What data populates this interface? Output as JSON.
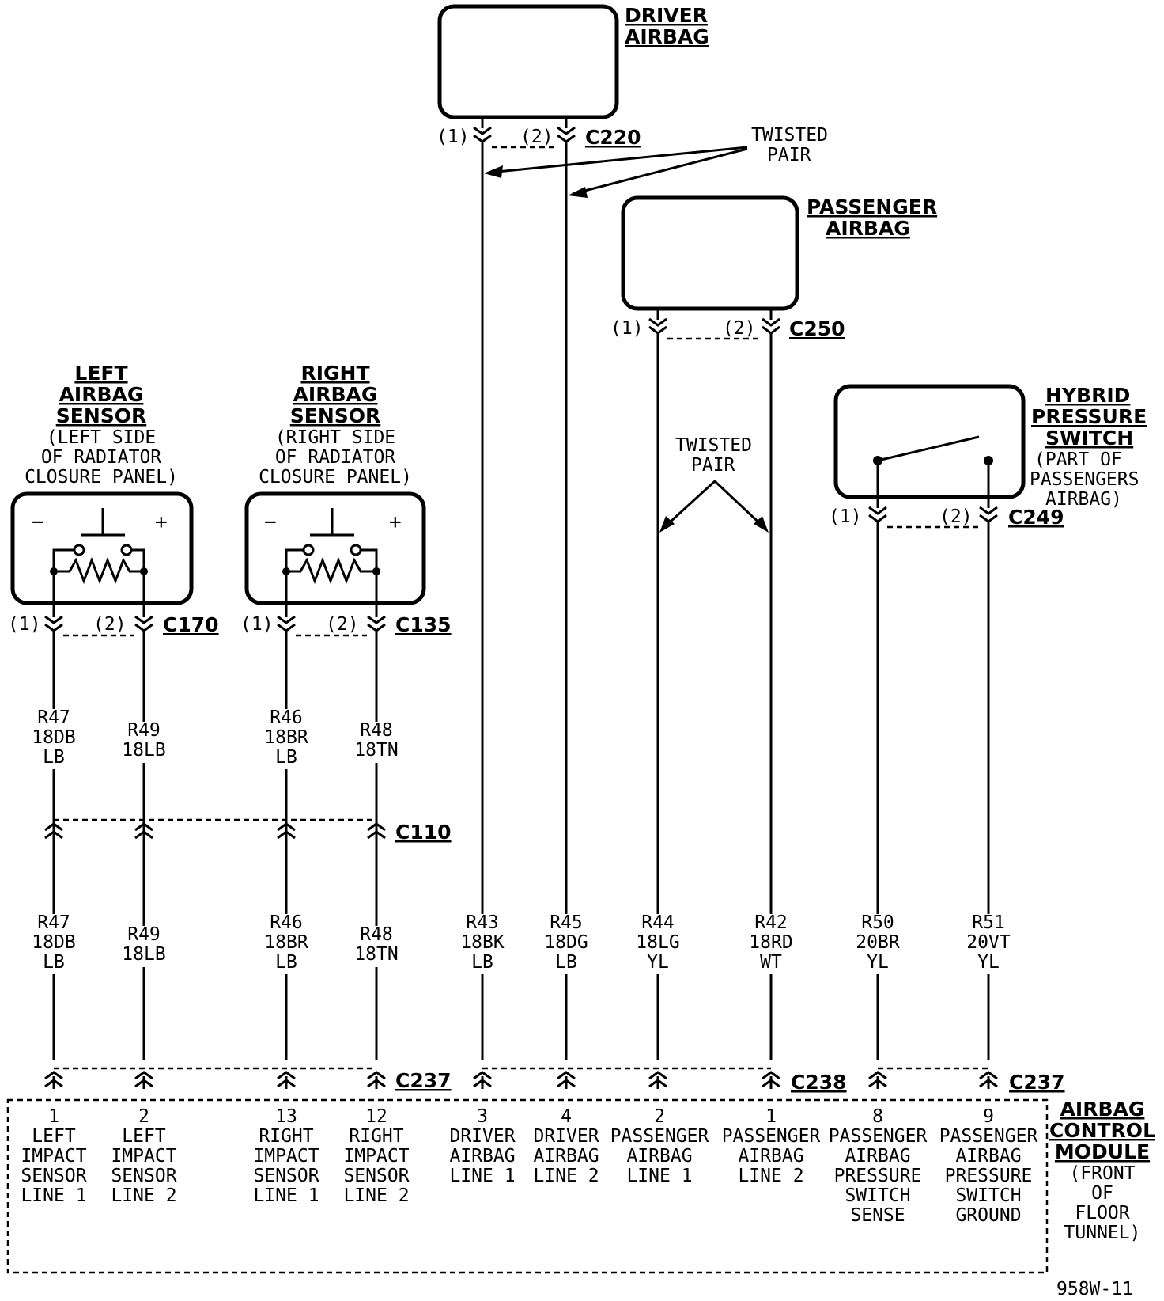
{
  "components": {
    "driver_airbag": [
      "DRIVER",
      "AIRBAG"
    ],
    "passenger_airbag": [
      "PASSENGER",
      "AIRBAG"
    ],
    "hybrid_pressure_switch": [
      "HYBRID",
      "PRESSURE",
      "SWITCH"
    ],
    "hybrid_note": [
      "(PART OF",
      "PASSENGERS",
      "AIRBAG)"
    ],
    "left_sensor": [
      "LEFT",
      "AIRBAG",
      "SENSOR"
    ],
    "left_sensor_note": [
      "(LEFT SIDE",
      "OF RADIATOR",
      "CLOSURE PANEL)"
    ],
    "right_sensor": [
      "RIGHT",
      "AIRBAG",
      "SENSOR"
    ],
    "right_sensor_note": [
      "(RIGHT SIDE",
      "OF RADIATOR",
      "CLOSURE PANEL)"
    ],
    "acm": [
      "AIRBAG",
      "CONTROL",
      "MODULE"
    ],
    "acm_note": [
      "(FRONT",
      "OF",
      "FLOOR",
      "TUNNEL)"
    ]
  },
  "twisted_pair": [
    "TWISTED",
    "PAIR"
  ],
  "connectors": {
    "c220": "C220",
    "c250": "C250",
    "c249": "C249",
    "c170": "C170",
    "c135": "C135",
    "c110": "C110",
    "c237_left": "C237",
    "c238": "C238",
    "c237_right": "C237"
  },
  "pins": {
    "p1": "(1)",
    "p2": "(2)"
  },
  "sensor_signs": {
    "minus": "−",
    "plus": "+"
  },
  "wires_upper": {
    "left1": [
      "R47",
      "18DB",
      "LB"
    ],
    "left2": [
      "R49",
      "18LB"
    ],
    "right1": [
      "R46",
      "18BR",
      "LB"
    ],
    "right2": [
      "R48",
      "18TN"
    ]
  },
  "wires_lower": {
    "left1": [
      "R47",
      "18DB",
      "LB"
    ],
    "left2": [
      "R49",
      "18LB"
    ],
    "right1": [
      "R46",
      "18BR",
      "LB"
    ],
    "right2": [
      "R48",
      "18TN"
    ],
    "drv1": [
      "R43",
      "18BK",
      "LB"
    ],
    "drv2": [
      "R45",
      "18DG",
      "LB"
    ],
    "pas1": [
      "R44",
      "18LG",
      "YL"
    ],
    "pas2": [
      "R42",
      "18RD",
      "WT"
    ],
    "sw1": [
      "R50",
      "20BR",
      "YL"
    ],
    "sw2": [
      "R51",
      "20VT",
      "YL"
    ]
  },
  "module_pins": {
    "left1": [
      "1",
      "LEFT",
      "IMPACT",
      "SENSOR",
      "LINE 1"
    ],
    "left2": [
      "2",
      "LEFT",
      "IMPACT",
      "SENSOR",
      "LINE 2"
    ],
    "right1": [
      "13",
      "RIGHT",
      "IMPACT",
      "SENSOR",
      "LINE  1"
    ],
    "right2": [
      "12",
      "RIGHT",
      "IMPACT",
      "SENSOR",
      "LINE 2"
    ],
    "drv1": [
      "3",
      "DRIVER",
      "AIRBAG",
      "LINE 1"
    ],
    "drv2": [
      "4",
      "DRIVER",
      "AIRBAG",
      "LINE 2"
    ],
    "pas1": [
      "2",
      "PASSENGER",
      "AIRBAG",
      "LINE 1"
    ],
    "pas2": [
      "1",
      "PASSENGER",
      "AIRBAG",
      "LINE 2"
    ],
    "sw1": [
      "8",
      "PASSENGER",
      "AIRBAG",
      "PRESSURE",
      "SWITCH",
      "SENSE"
    ],
    "sw2": [
      "9",
      "PASSENGER",
      "AIRBAG",
      "PRESSURE",
      "SWITCH",
      "GROUND"
    ]
  },
  "figure_id": "958W-11"
}
